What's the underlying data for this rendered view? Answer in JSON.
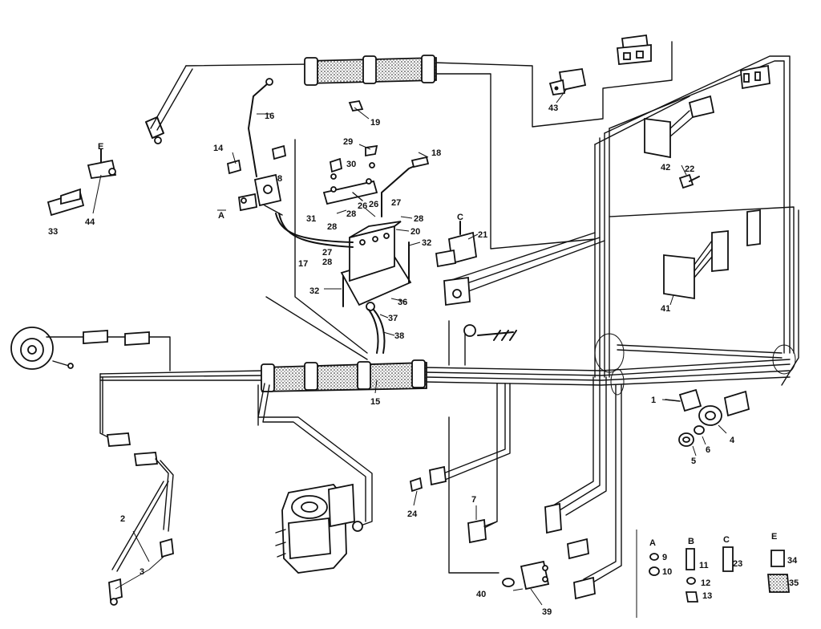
{
  "labels": {
    "l1": "1",
    "l2": "2",
    "l3": "3",
    "l4": "4",
    "l5": "5",
    "l6": "6",
    "l7": "7",
    "l8": "8",
    "l9": "9",
    "l10": "10",
    "l11": "11",
    "l12": "12",
    "l13": "13",
    "l14": "14",
    "l15": "15",
    "l16": "16",
    "l17": "17",
    "l18": "18",
    "l19": "19",
    "l20": "20",
    "l21": "21",
    "l22": "22",
    "l23": "23",
    "l24": "24",
    "l26": "26",
    "l26b": "26",
    "l27": "27",
    "l27b": "27",
    "l28": "28",
    "l28b": "28",
    "l28c": "28",
    "l28d": "28",
    "l29": "29",
    "l30": "30",
    "l31": "31",
    "l32": "32",
    "l32b": "32",
    "l33": "33",
    "l34": "34",
    "l35": "35",
    "l36": "36",
    "l37": "37",
    "l38": "38",
    "l39": "39",
    "l40": "40",
    "l41": "41",
    "l42": "42",
    "l43": "43",
    "l44": "44",
    "refA": "A",
    "refC": "C",
    "refE": "E",
    "keyA": "A",
    "keyB": "B",
    "keyC": "C",
    "keyE": "E"
  }
}
